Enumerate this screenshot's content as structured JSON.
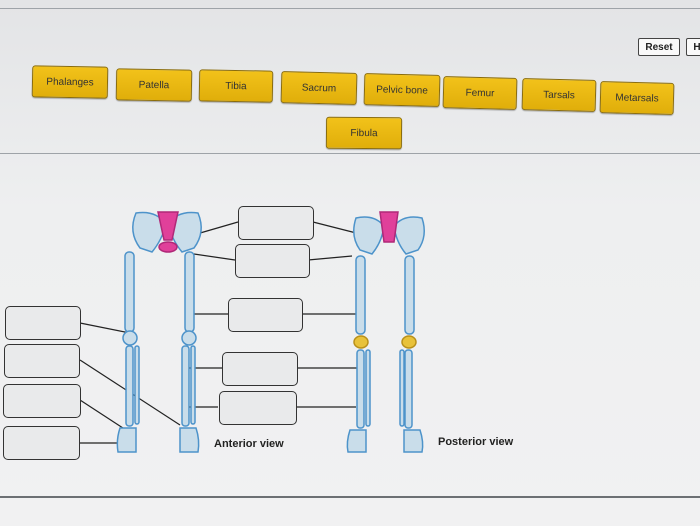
{
  "toolbar": {
    "reset_label": "Reset",
    "next_label": "H"
  },
  "labels": [
    "Phalanges",
    "Patella",
    "Tibia",
    "Sacrum",
    "Pelvic bone",
    "Femur",
    "Tarsals",
    "Metarsals",
    "Fibula"
  ],
  "views": {
    "anterior": "Anterior view",
    "posterior": "Posterior view"
  },
  "colors": {
    "label_fill": "#EBB812",
    "bone": "#C9DDEA",
    "bone_outline": "#4D93CA",
    "sacrum_highlight": "#E0409A",
    "patella_highlight": "#E8C23A"
  }
}
